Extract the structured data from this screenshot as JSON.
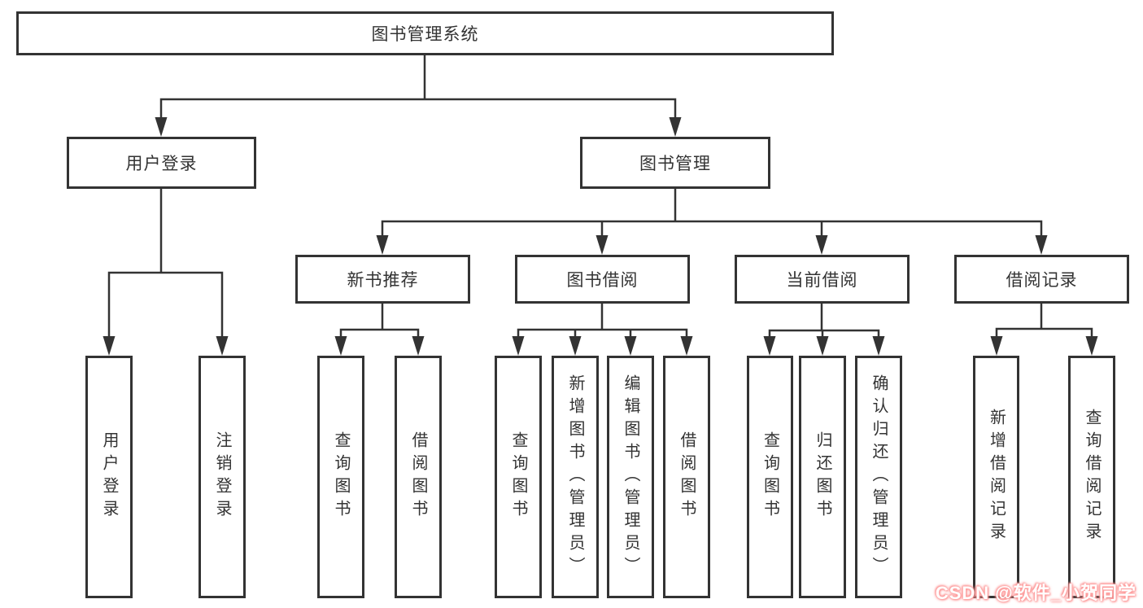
{
  "diagram": {
    "title": "图书管理系统",
    "nodes": {
      "root": "图书管理系统",
      "user_login": "用户登录",
      "book_mgmt": "图书管理",
      "new_book_rec": "新书推荐",
      "book_borrow": "图书借阅",
      "current_borrow": "当前借阅",
      "borrow_records": "借阅记录",
      "leaf_user_login": "用户登录",
      "leaf_logout": "注销登录",
      "leaf_rec_query_book": "查询图书",
      "leaf_rec_borrow_book": "借阅图书",
      "leaf_bb_query_book": "查询图书",
      "leaf_bb_add_book": "新增图书（管理员）",
      "leaf_bb_edit_book": "编辑图书（管理员）",
      "leaf_bb_borrow_book": "借阅图书",
      "leaf_cb_query_book": "查询图书",
      "leaf_cb_return_book": "归还图书",
      "leaf_cb_confirm_return": "确认归还（管理员）",
      "leaf_br_add_record": "新增借阅记录",
      "leaf_br_query_record": "查询借阅记录"
    },
    "watermark": "CSDN @软件_小贺同学",
    "colors": {
      "line": "#333333",
      "text": "#333333",
      "background": "#ffffff",
      "watermark_text": "#ffffff",
      "watermark_glow": "#fc8f8f"
    }
  }
}
